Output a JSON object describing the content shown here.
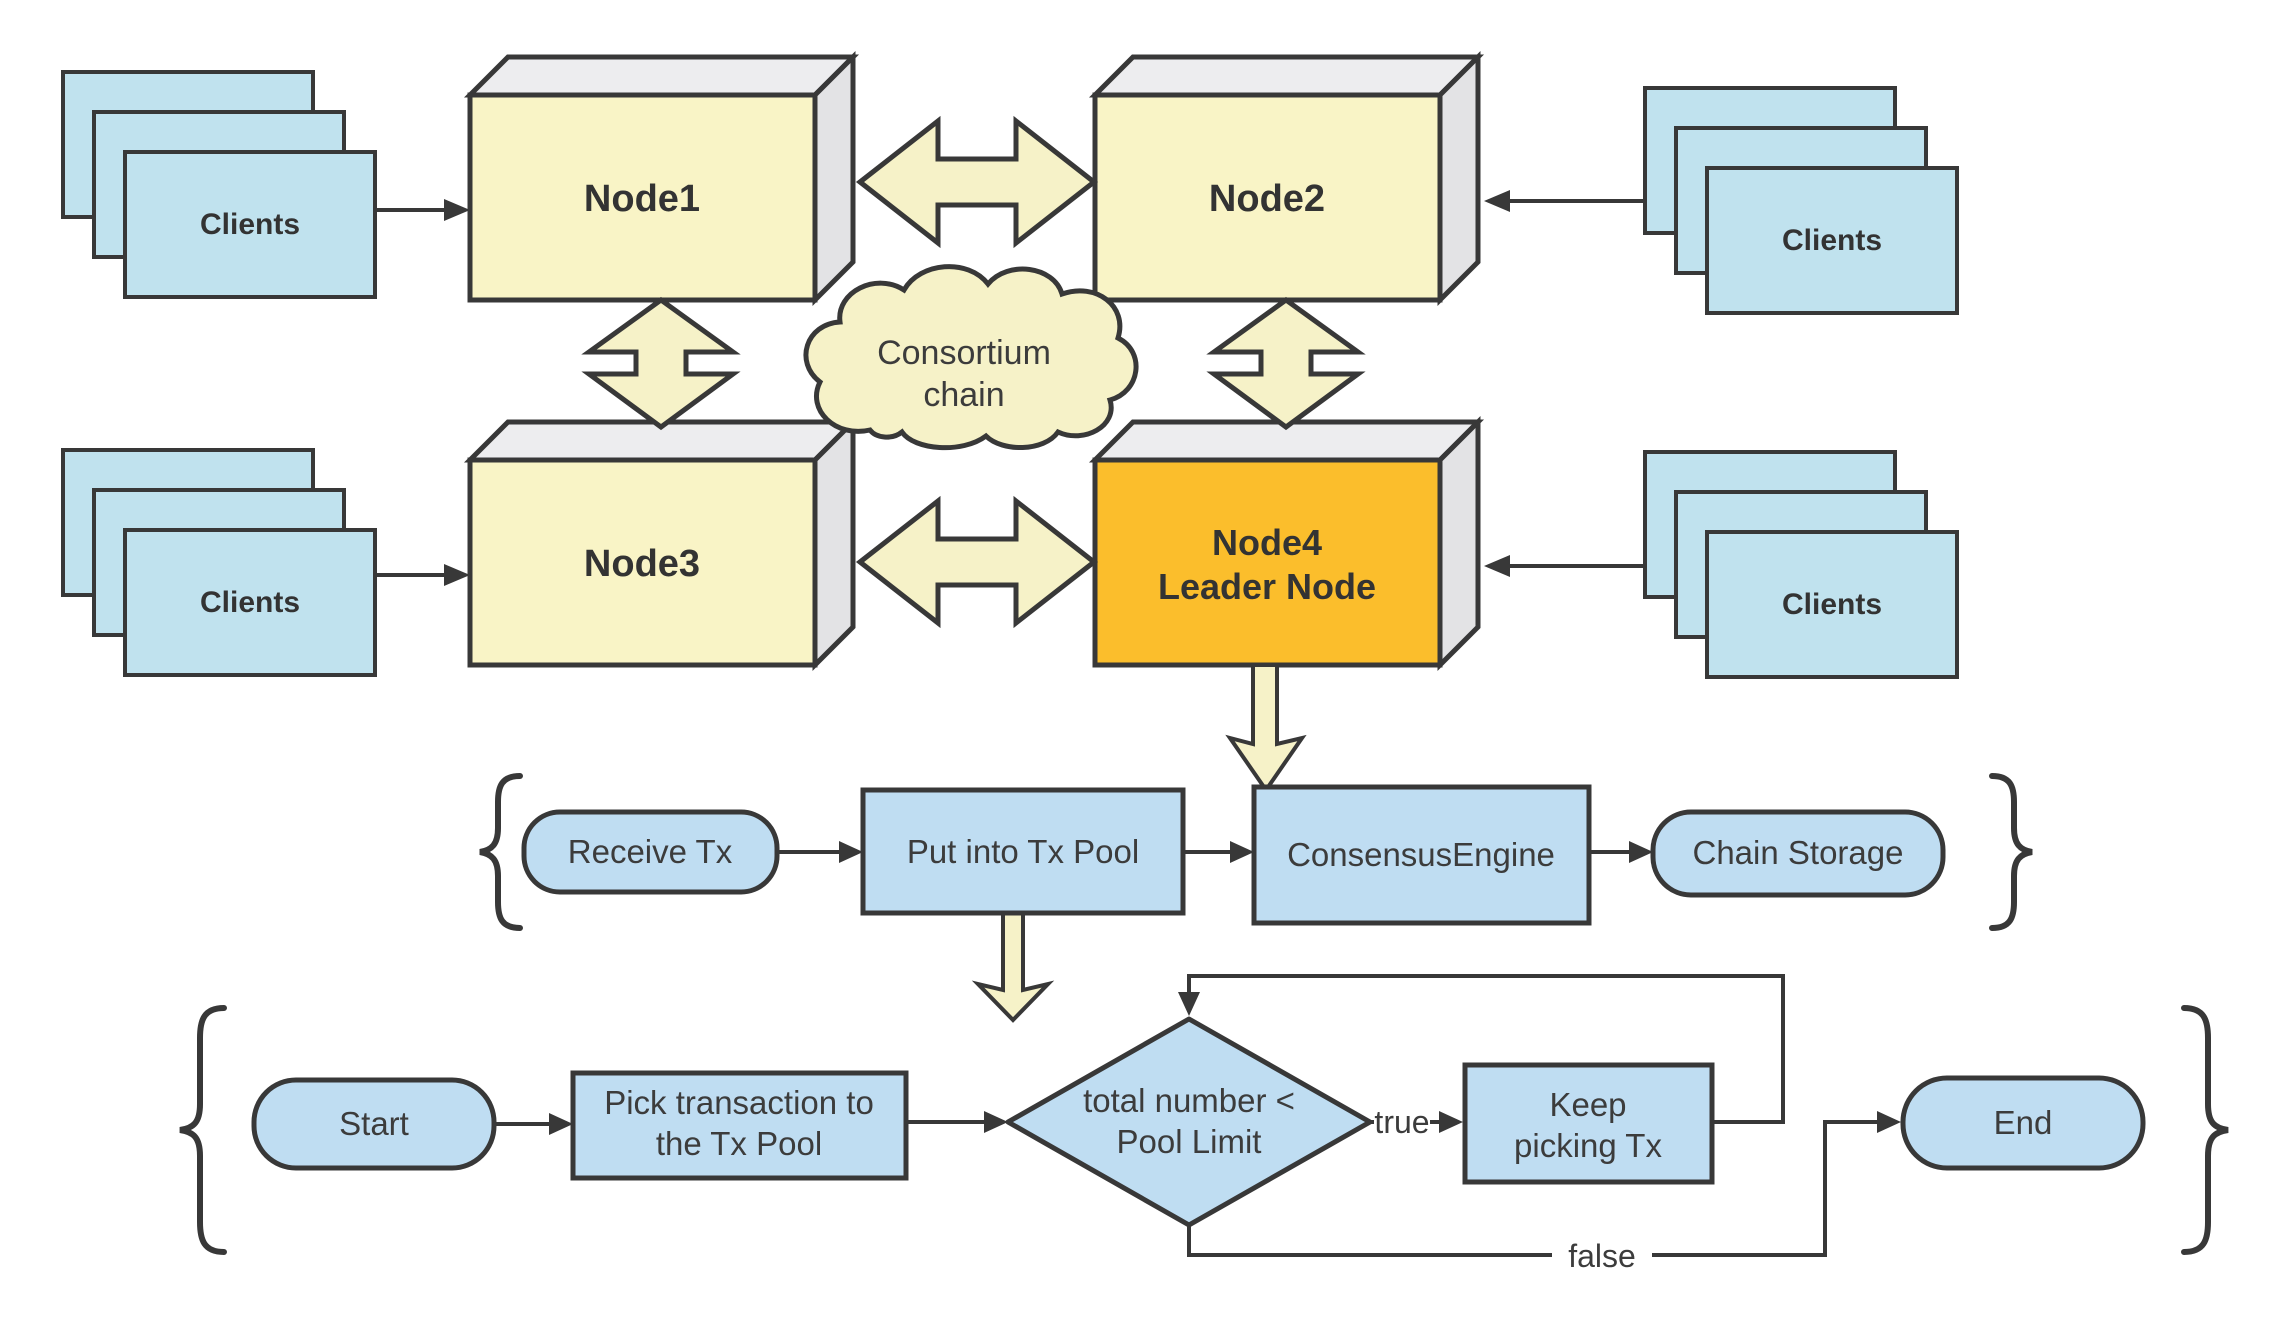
{
  "colors": {
    "background": "#FFFFFF",
    "outline": "#383838",
    "text": "#3C3C3C",
    "node_fill": "#F9F4C6",
    "leader_fill": "#FBBE2C",
    "box_top": "#EDEDEF",
    "box_side": "#E3E3E5",
    "client_fill": "#C0E2EE",
    "flow_fill": "#BFDDF2",
    "block_arrow_fill": "#F6F2C8"
  },
  "network": {
    "cloud": {
      "line1": "Consortium",
      "line2": "chain"
    },
    "nodes": {
      "node1": {
        "label": "Node1"
      },
      "node2": {
        "label": "Node2"
      },
      "node3": {
        "label": "Node3"
      },
      "node4": {
        "label": "Node4",
        "sublabel": "Leader Node"
      }
    },
    "clients": {
      "top_left": "Clients",
      "top_right": "Clients",
      "bottom_left": "Clients",
      "bottom_right": "Clients"
    }
  },
  "tx_pipeline": {
    "receive": "Receive Tx",
    "pool": "Put into Tx Pool",
    "consensus": "ConsensusEngine",
    "storage": "Chain Storage"
  },
  "picking_flow": {
    "start": "Start",
    "pick": {
      "line1": "Pick transaction to",
      "line2": "the Tx Pool"
    },
    "decision": {
      "line1": "total number <",
      "line2": "Pool Limit"
    },
    "true_label": "true",
    "keep": {
      "line1": "Keep",
      "line2": "picking Tx"
    },
    "false_label": "false",
    "end": "End"
  }
}
